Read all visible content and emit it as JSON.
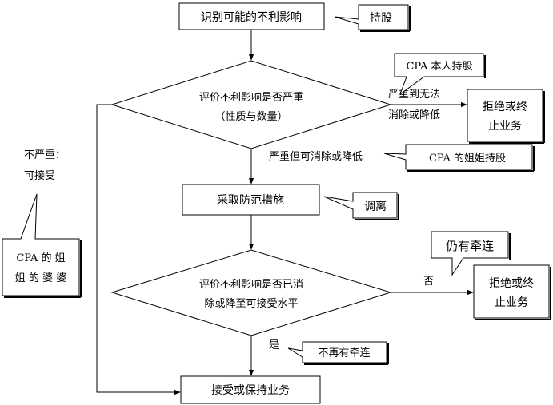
{
  "flowchart": {
    "step_identify": "识别可能的不利影响",
    "decision_severity": {
      "line1": "评价不利影响是否严重",
      "line2": "（性质与数量）"
    },
    "step_measures": "采取防范措施",
    "decision_eliminated": {
      "line1": "评价不利影响是否已消",
      "line2": "除或降至可接受水平"
    },
    "step_accept": "接受或保持业务",
    "reject_top": {
      "line1": "拒绝或终",
      "line2": "止业务"
    },
    "reject_bottom": {
      "line1": "拒绝或终",
      "line2": "止业务"
    },
    "edge_severe_cannot": {
      "line1": "严重到无法",
      "line2": "消除或降低"
    },
    "edge_severe_can": "严重但可消除或降低",
    "edge_not_severe": {
      "line1": "不严重：",
      "line2": "可接受"
    },
    "edge_no": "否",
    "edge_yes": "是"
  },
  "callouts": {
    "shareholding": "持股",
    "cpa_own_shares": "CPA 本人持股",
    "cpa_sister_shares": "CPA 的姐姐持股",
    "transfer": "调离",
    "still_connected": "仍有牵连",
    "no_longer_connected": "不再有牵连",
    "cpa_sister_mother_in_law": {
      "line1": "CPA 的 姐",
      "line2": "姐 的 婆 婆"
    }
  }
}
